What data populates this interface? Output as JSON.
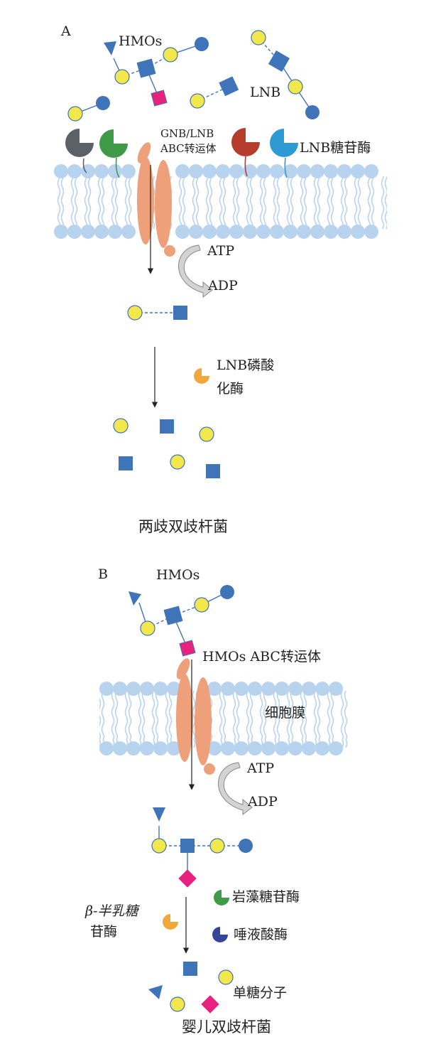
{
  "panel_a": {
    "label": "A",
    "hmos": "HMOs",
    "lnb": "LNB",
    "transporter_line1": "GNB/LNB",
    "transporter_line2": "ABC转运体",
    "glycosidase": "LNB糖苷酶",
    "atp": "ATP",
    "adp": "ADP",
    "phosphorylase_line1": "LNB磷酸",
    "phosphorylase_line2": "化酶",
    "organism": "两歧双歧杆菌"
  },
  "panel_b": {
    "label": "B",
    "hmos": "HMOs",
    "transporter": "HMOs ABC转运体",
    "membrane": "细胞膜",
    "atp": "ATP",
    "adp": "ADP",
    "fucosidase": "岩藻糖苷酶",
    "sialidase": "唾液酸酶",
    "galactosidase_line1": "β-半乳糖",
    "galactosidase_line2": "苷酶",
    "monosaccharides": "单糖分子",
    "organism": "婴儿双歧杆菌"
  },
  "colors": {
    "galactose_yellow": "#f2e84c",
    "glcnac_blue": "#3f74b8",
    "fucose_triangle": "#3f74b8",
    "sialic_pink": "#e8217f",
    "membrane": "#b8d3ee",
    "transporter": "#eda07a",
    "enzyme_gray": "#5c6168",
    "enzyme_green": "#3f9a48",
    "enzyme_red": "#b43d2e",
    "enzyme_cyan": "#2d9ad3",
    "enzyme_orange": "#f0a83a",
    "enzyme_navy": "#37449c"
  }
}
